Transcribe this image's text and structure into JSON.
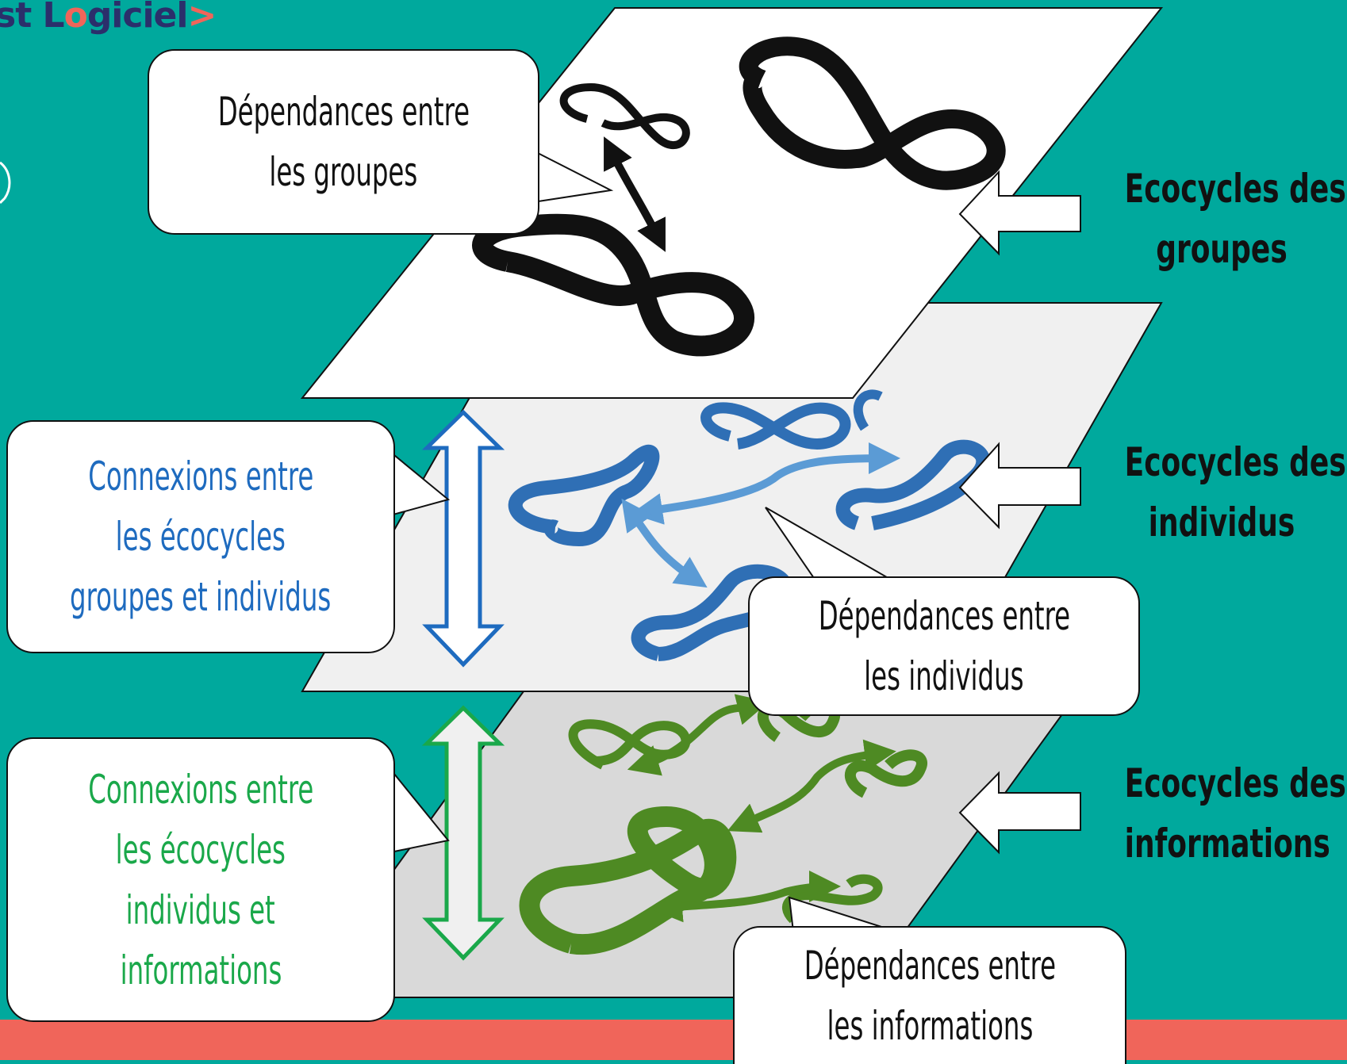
{
  "logo": {
    "text_a": "st L",
    "text_b": "giciel",
    "text_c": ">"
  },
  "callouts": {
    "groups_dependencies": {
      "line1": "Dépendances entre",
      "line2": "les groupes"
    },
    "individuals_dependencies": {
      "line1": "Dépendances entre",
      "line2": "les individus"
    },
    "information_dependencies": {
      "line1": "Dépendances entre",
      "line2": "les informations"
    },
    "groups_individuals_connections": {
      "line1": "Connexions entre",
      "line2": "les écocycles",
      "line3": "groupes et individus"
    },
    "individuals_information_connections": {
      "line1": "Connexions entre",
      "line2": "les écocycles",
      "line3": "individus et",
      "line4": "informations"
    }
  },
  "layers": [
    {
      "line1": "Ecocycles des",
      "line2": "groupes"
    },
    {
      "line1": "Ecocycles des",
      "line2": "individus"
    },
    {
      "line1": "Ecocycles des",
      "line2": "informations"
    }
  ],
  "colors": {
    "background": "#00a99d",
    "bottom_bar": "#f0655a",
    "groups_color": "#111111",
    "individuals_color": "#2f6fb5",
    "individuals_arrow_color": "#5b9bd5",
    "information_color": "#4e8a23",
    "connection_blue": "#1e6bbf",
    "connection_green": "#1aa84a"
  }
}
